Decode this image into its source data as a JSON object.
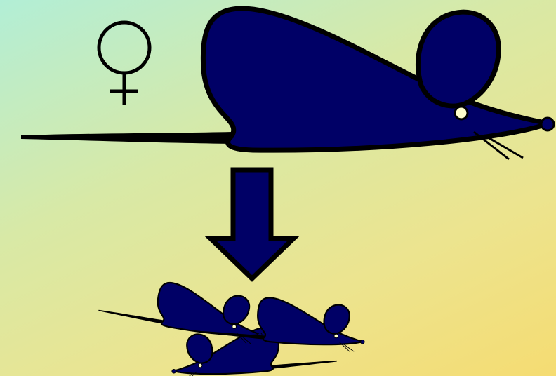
{
  "diagram": {
    "parent_symbol": "female-symbol",
    "parent": "mouse",
    "arrow_direction": "down",
    "offspring_count": 3,
    "colors": {
      "mouse_fill": "#000066",
      "outline": "#000000",
      "eye": "#ffffcc",
      "nose": "#000066",
      "background_top": "#b2eed6",
      "background_bottom": "#f5dc72"
    }
  }
}
